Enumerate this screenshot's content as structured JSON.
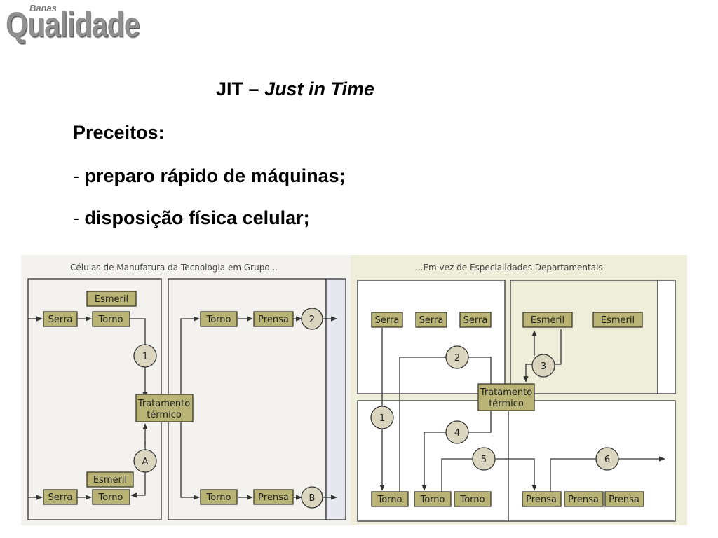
{
  "logo": {
    "small": "Banas",
    "big": "Qualidade"
  },
  "heading": {
    "prefix": "JIT – ",
    "emph": "Just in Time"
  },
  "section_title": "Preceitos:",
  "bullets": [
    "preparo rápido de máquinas;",
    "disposição física celular;"
  ],
  "bullet_dash": "-",
  "diagram": {
    "left_caption": "Células de Manufatura da Tecnologia em Grupo...",
    "right_caption": "...Em vez de Especialidades Departamentais",
    "labels": {
      "esmeril": "Esmeril",
      "serra": "Serra",
      "torno": "Torno",
      "prensa": "Prensa",
      "tratamento_1": "Tratamento",
      "tratamento_2": "térmico"
    },
    "left_markers": [
      "1",
      "A",
      "2",
      "B"
    ],
    "right_markers": [
      "1",
      "2",
      "3",
      "4",
      "5",
      "6"
    ]
  }
}
